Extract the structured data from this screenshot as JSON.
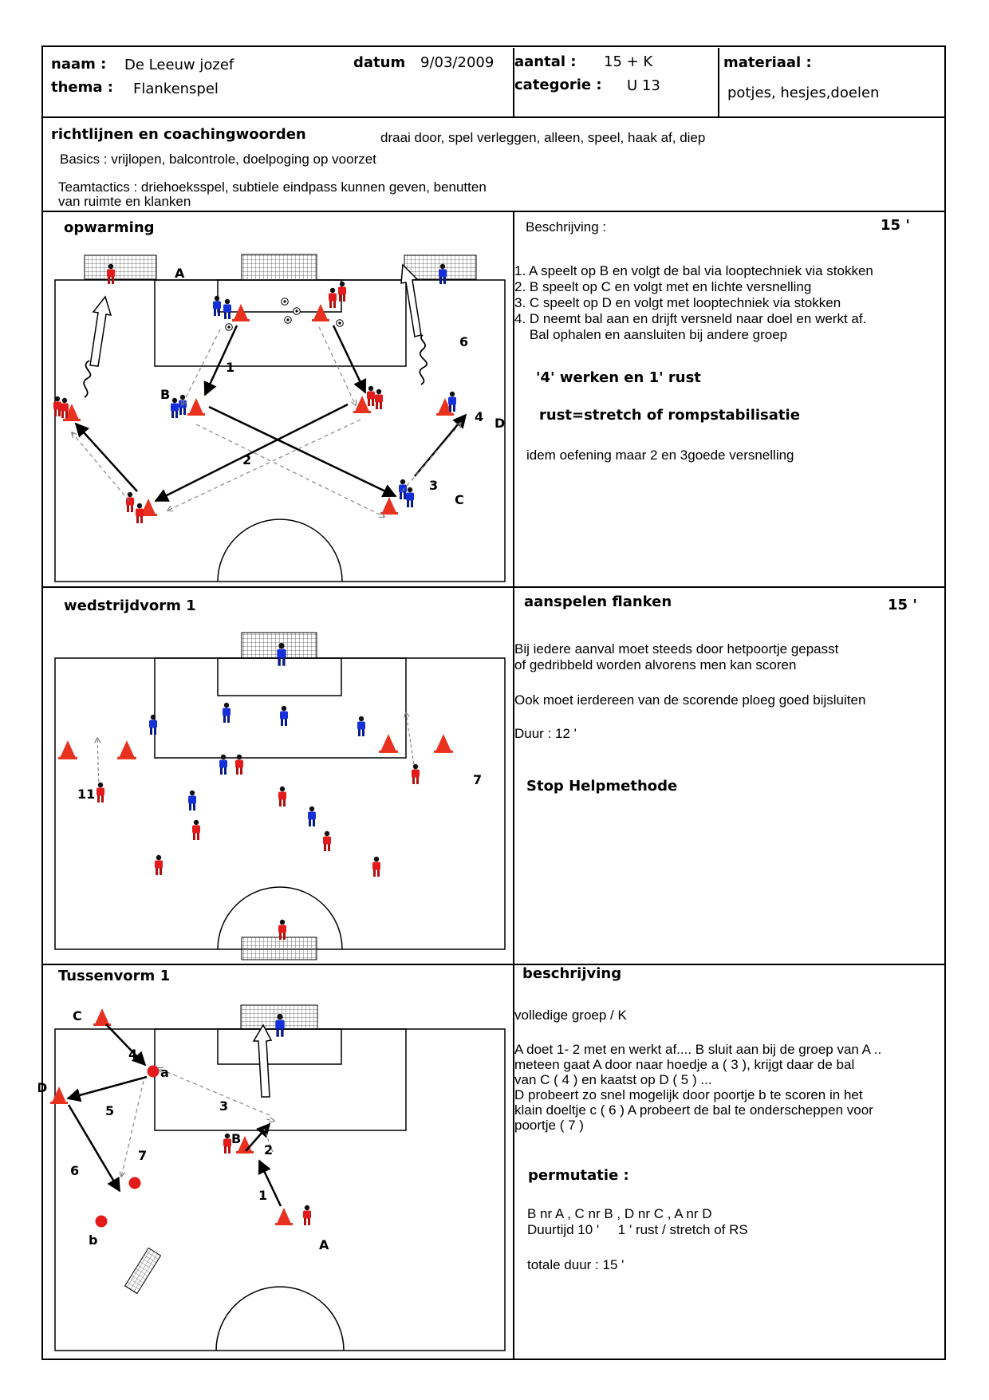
{
  "header": {
    "naam_label": "naam :",
    "naam_value": "De  Leeuw jozef",
    "thema_label": "thema :",
    "thema_value": "Flankenspel",
    "datum_label": "datum",
    "datum_value": "9/03/2009",
    "aantal_label": "aantal :",
    "aantal_value": "15 + K",
    "categorie_label": "categorie :",
    "categorie_value": "U 13",
    "materiaal_label": "materiaal :",
    "materiaal_value": "potjes, hesjes,doelen"
  },
  "guidelines": {
    "title": "richtlijnen en coachingwoorden",
    "coaching_words": "draai door, spel verleggen, alleen, speel, haak af, diep",
    "basics": "Basics : vrijlopen, balcontrole, doelpoging op voorzet",
    "teamtactics_line1": "Teamtactics : driehoeksspel, subtiele eindpass kunnen geven, benutten",
    "teamtactics_line2": "van ruimte en klanken"
  },
  "section1": {
    "title": "opwarming",
    "right_title": "Beschrijving :",
    "duration": "15 '",
    "lines": [
      "1. A speelt op B en volgt de bal via looptechniek via stokken",
      "2. B speelt op C en volgt met en lichte versnelling",
      "3. C speelt op D en volgt met looptechniek via stokken",
      "4. D neemt bal aan en drijft versneld naar doel en werkt af.",
      "    Bal ophalen en aansluiten bij andere groep"
    ],
    "work_rest": "'4' werken en 1' rust",
    "rest_note": "rust=stretch of rompstabilisatie",
    "variant": "idem oefening maar 2 en 3goede versnelling",
    "diagram_labels": {
      "a": "A",
      "b": "B",
      "c": "C",
      "d": "D",
      "n1": "1",
      "n2": "2",
      "n3": "3",
      "n4": "4",
      "n6": "6"
    }
  },
  "section2": {
    "title": "wedstrijdvorm 1",
    "right_title": "aanspelen flanken",
    "duration": "15 '",
    "line1": "Bij iedere aanval moet steeds door hetpoortje gepasst",
    "line2": "of gedribbeld worden alvorens men kan scoren",
    "line3": "Ook moet ierdereen van de scorende ploeg goed bijsluiten",
    "line4": "Duur : 12 '",
    "method": "Stop Helpmethode",
    "diagram_labels": {
      "n11": "11",
      "n7": "7"
    }
  },
  "section3": {
    "title": "Tussenvorm 1",
    "right_title": "beschrijving",
    "group": "volledige groep / K",
    "desc_lines": [
      "A doet 1- 2 met en werkt af.... B sluit aan bij de groep van A ..",
      "meteen gaat A door naar hoedje a ( 3 ), krijgt daar de bal",
      "van C ( 4 ) en kaatst op D ( 5 ) ...",
      "D probeert zo snel mogelijk door poortje b te scoren in het",
      "klain doeltje c ( 6 ) A probeert de bal te onderscheppen voor",
      "poortje ( 7 )"
    ],
    "permutatie_title": "permutatie :",
    "perm_line1": "B nr A , C nr B , D nr C , A nr D",
    "perm_line2": "Duurtijd 10 '     1 ' rust / stretch of RS",
    "total": "totale duur : 15 '",
    "diagram_labels": {
      "c": "C",
      "d": "D",
      "a_small": "a",
      "b_small": "b",
      "a": "A",
      "b": "B",
      "n1": "1",
      "n2": "2",
      "n3": "3",
      "n4": "4",
      "n5": "5",
      "n6": "6",
      "n7": "7"
    }
  },
  "colors": {
    "red_team": "#e31b1b",
    "blue_team": "#1530d8",
    "cone": "#e8311f",
    "line": "#000000"
  }
}
